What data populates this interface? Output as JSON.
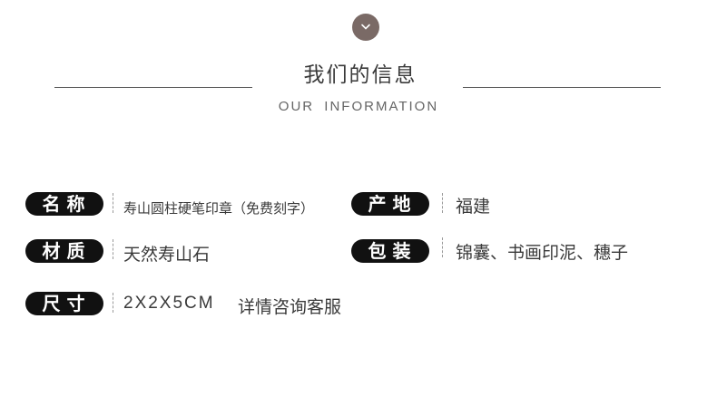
{
  "header": {
    "title_cn": "我们的信息",
    "title_en": "OUR INFORMATION"
  },
  "info": {
    "name_label": "名称",
    "name_value": "寿山圆柱硬笔印章（免费刻字）",
    "origin_label": "产地",
    "origin_value": "福建",
    "material_label": "材质",
    "material_value": "天然寿山石",
    "package_label": "包装",
    "package_value": "锦囊、书画印泥、穗子",
    "size_label": "尺寸",
    "size_value": "2X2X5CM",
    "size_note": "详情咨询客服"
  },
  "colors": {
    "accent": "#7a6a66",
    "pill": "#111111",
    "rule": "#555555"
  },
  "icons": {
    "chevron": "chevron-down-icon"
  }
}
